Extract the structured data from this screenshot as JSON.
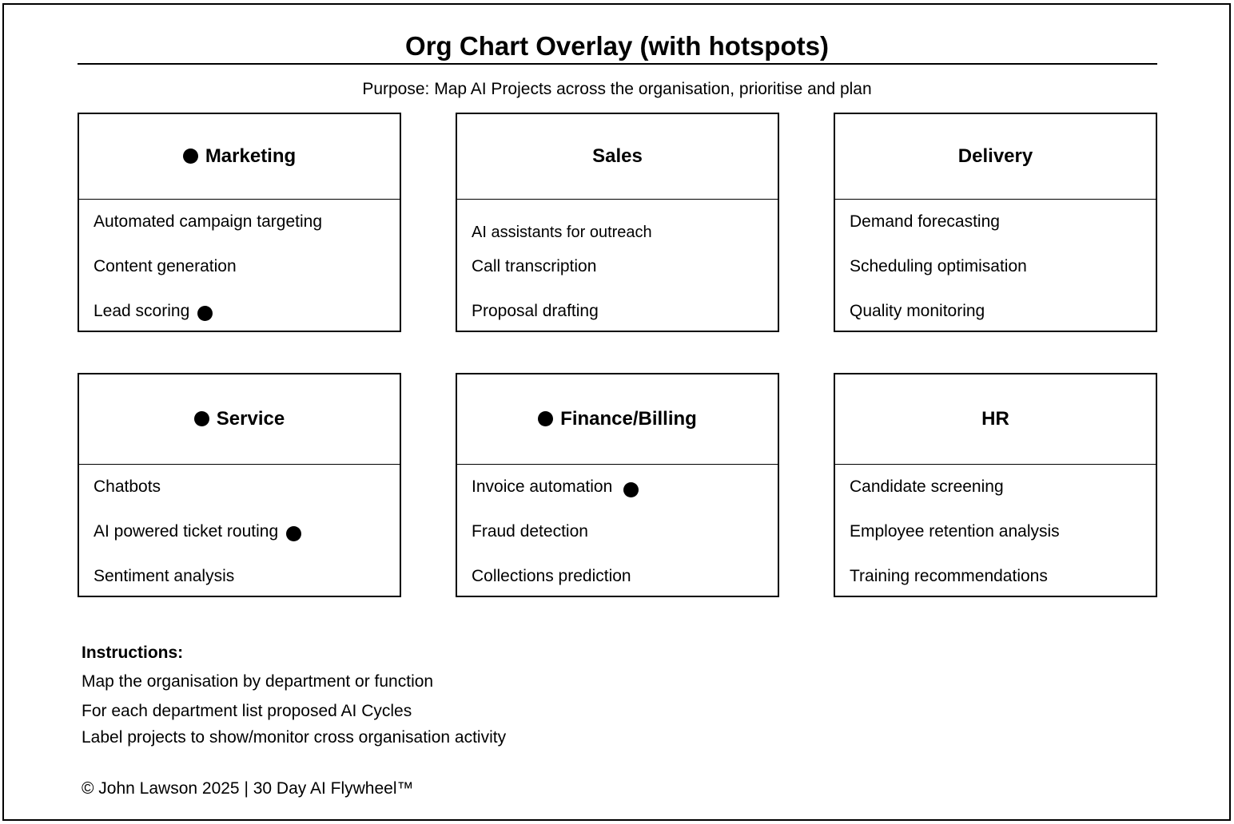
{
  "title": "Org Chart Overlay (with hotspots)",
  "purpose": "Purpose: Map AI Projects across the organisation, prioritise and plan",
  "departments": [
    {
      "name": "Marketing",
      "hotspot": true,
      "items": [
        {
          "label": "Automated campaign targeting",
          "hotspot": false
        },
        {
          "label": "Content generation",
          "hotspot": false
        },
        {
          "label": "Lead scoring",
          "hotspot": true
        }
      ]
    },
    {
      "name": "Sales",
      "hotspot": false,
      "items": [
        {
          "label": "AI assistants for outreach",
          "hotspot": false
        },
        {
          "label": "Call transcription",
          "hotspot": false
        },
        {
          "label": "Proposal drafting",
          "hotspot": false
        }
      ]
    },
    {
      "name": "Delivery",
      "hotspot": false,
      "items": [
        {
          "label": "Demand forecasting",
          "hotspot": false
        },
        {
          "label": "Scheduling optimisation",
          "hotspot": false
        },
        {
          "label": "Quality monitoring",
          "hotspot": false
        }
      ]
    },
    {
      "name": "Service",
      "hotspot": true,
      "items": [
        {
          "label": "Chatbots",
          "hotspot": false
        },
        {
          "label": "AI powered ticket routing",
          "hotspot": true
        },
        {
          "label": "Sentiment analysis",
          "hotspot": false
        }
      ]
    },
    {
      "name": "Finance/Billing",
      "hotspot": true,
      "items": [
        {
          "label": "Invoice automation",
          "hotspot": true
        },
        {
          "label": "Fraud detection",
          "hotspot": false
        },
        {
          "label": "Collections prediction",
          "hotspot": false
        }
      ]
    },
    {
      "name": "HR",
      "hotspot": false,
      "items": [
        {
          "label": "Candidate screening",
          "hotspot": false
        },
        {
          "label": "Employee retention analysis",
          "hotspot": false
        },
        {
          "label": "Training recommendations",
          "hotspot": false
        }
      ]
    }
  ],
  "instructions": {
    "heading": "Instructions:",
    "lines": [
      "Map the organisation by department or function",
      "For each department list proposed AI Cycles",
      "Label projects to show/monitor cross organisation activity"
    ]
  },
  "footer": "© John Lawson 2025 | 30 Day AI Flywheel™"
}
